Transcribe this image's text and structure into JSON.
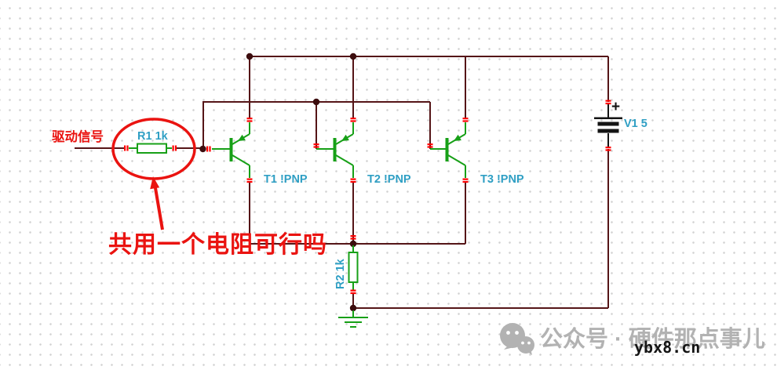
{
  "annotations": {
    "drive_signal": "驱动信号",
    "question": "共用一个电阻可行吗"
  },
  "components": {
    "r1_label": "R1 1k",
    "r2_label": "R2 1k",
    "t1_label": "T1 !PNP",
    "t2_label": "T2 !PNP",
    "t3_label": "T3 !PNP",
    "battery_label": "V1 5",
    "battery_plus": "+"
  },
  "watermark": {
    "account": "公众号 · 硬件那点事儿",
    "site": "ybx8.cn"
  },
  "colors": {
    "wire": "#551517",
    "component_green": "#17a017",
    "pin_mark_red": "#ff0000",
    "label_cyan": "#2f9fc4",
    "annotation_red": "#ea1310",
    "watermark_gray": "#b2b2b2"
  }
}
